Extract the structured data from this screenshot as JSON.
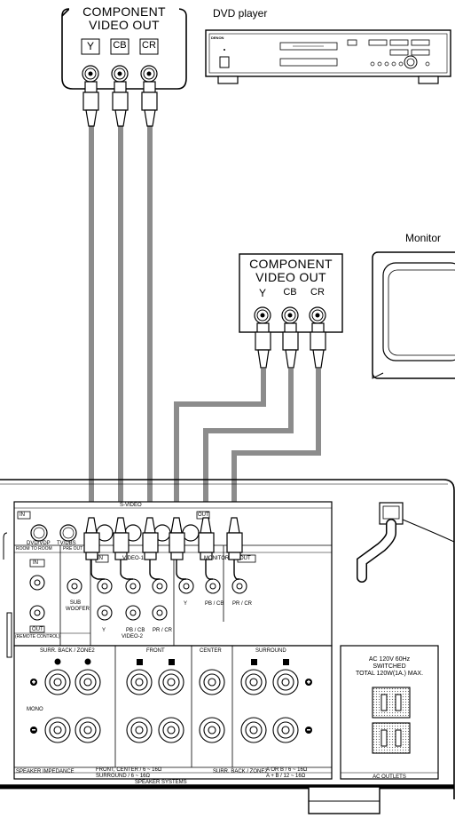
{
  "devices": {
    "dvd_player": {
      "label": "DVD player",
      "brand": "DENON"
    },
    "monitor": {
      "label": "Monitor"
    }
  },
  "component_out": {
    "title_line1": "COMPONENT",
    "title_line2": "VIDEO OUT",
    "jacks": [
      "Y",
      "CB",
      "CR"
    ]
  },
  "monitor_component": {
    "title_line1": "COMPONENT",
    "title_line2": "VIDEO OUT",
    "jacks": [
      "Y",
      "CB",
      "CR"
    ]
  },
  "receiver": {
    "s_video": "S-VIDEO",
    "in": "IN",
    "out": "OUT",
    "dvd_vdp": "DVD/VDP",
    "tv_dbs": "TV/DBS",
    "room_to_room": "ROOM TO ROOM",
    "pre_out": "PRE OUT",
    "sub_woofer": "SUB\nWOOFER",
    "video1": "VIDEO-1",
    "video2": "VIDEO-2",
    "monitor": "MONITOR",
    "in_label": "IN",
    "out_label": "OUT",
    "remote_control": "(REMOTE CONTROL)",
    "y": "Y",
    "pb_cb": "PB / CB",
    "pr_cr": "PR / CR",
    "surr_back_zone2": "SURR. BACK / ZONE2",
    "front": "FRONT",
    "center": "CENTER",
    "surround": "SURROUND",
    "mono": "MONO",
    "speaker_impedance": "SPEAKER  IMPEDANCE",
    "front_center": "FRONT, CENTER  /  6 ~ 16Ω",
    "surround_imp": "SURROUND         /  6 ~ 16Ω",
    "surr_back_zone2_imp": "SURR. BACK / ZONE2",
    "a_or_b": "A  OR  B  /  6 ~ 16Ω",
    "a_plus_b": "A  +  B  / 12 ~ 16Ω",
    "speaker_systems": "SPEAKER SYSTEMS",
    "ac_rating_1": "AC 120V  60Hz",
    "ac_rating_2": "SWITCHED",
    "ac_rating_3": "TOTAL 120W(1A.) MAX.",
    "ac_outlets": "AC OUTLETS"
  }
}
